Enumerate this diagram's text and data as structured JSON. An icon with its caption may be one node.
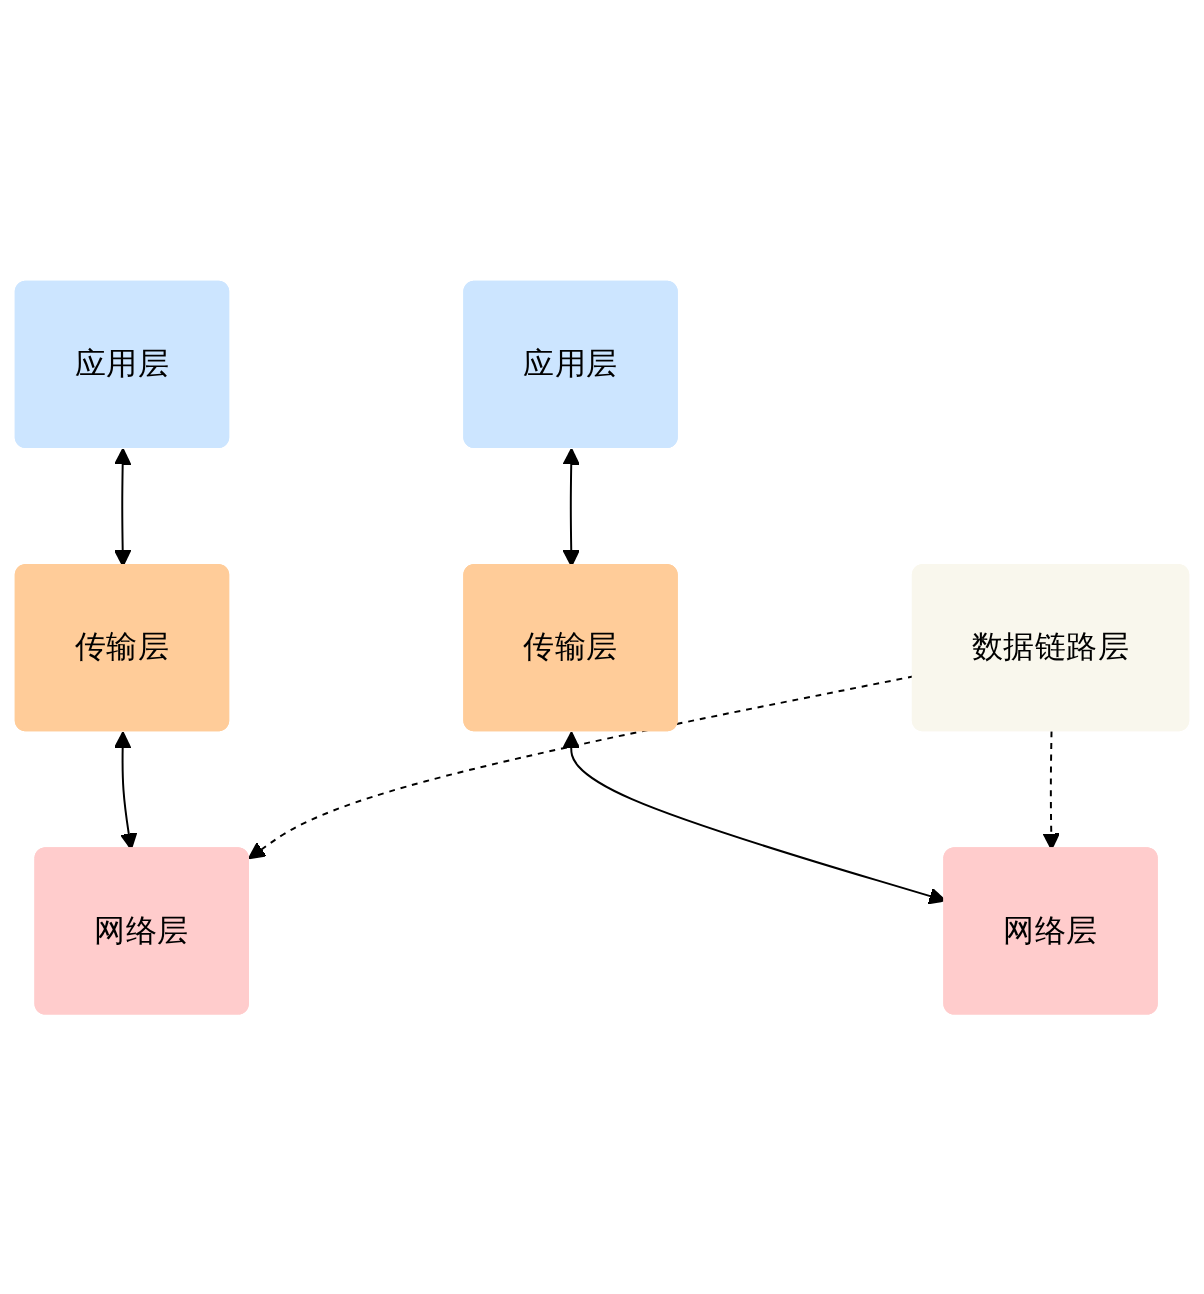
{
  "diagram": {
    "nodes": [
      {
        "text": [
          "应用层"
        ]
      },
      {
        "text": [
          "应用层"
        ]
      },
      {
        "text": [
          "传输层"
        ]
      },
      {
        "text": [
          "传输层"
        ]
      },
      {
        "text": [
          "网络层"
        ]
      },
      {
        "text": [
          "网络层"
        ]
      },
      {
        "text": [
          "数据链路层"
        ]
      }
    ],
    "edges": [
      {
        "from": 0,
        "to": 2,
        "arrow": "both"
      },
      {
        "from": 2,
        "to": 4,
        "arrow": "both"
      },
      {
        "from": 1,
        "to": 3,
        "arrow": "both"
      },
      {
        "from": 3,
        "to": 5,
        "arrow": "both"
      },
      {
        "from": 6,
        "to": 4,
        "arrow": "to",
        "style": "dashed"
      },
      {
        "from": 6,
        "to": 5,
        "arrow": "to",
        "style": "dashed"
      }
    ]
  }
}
